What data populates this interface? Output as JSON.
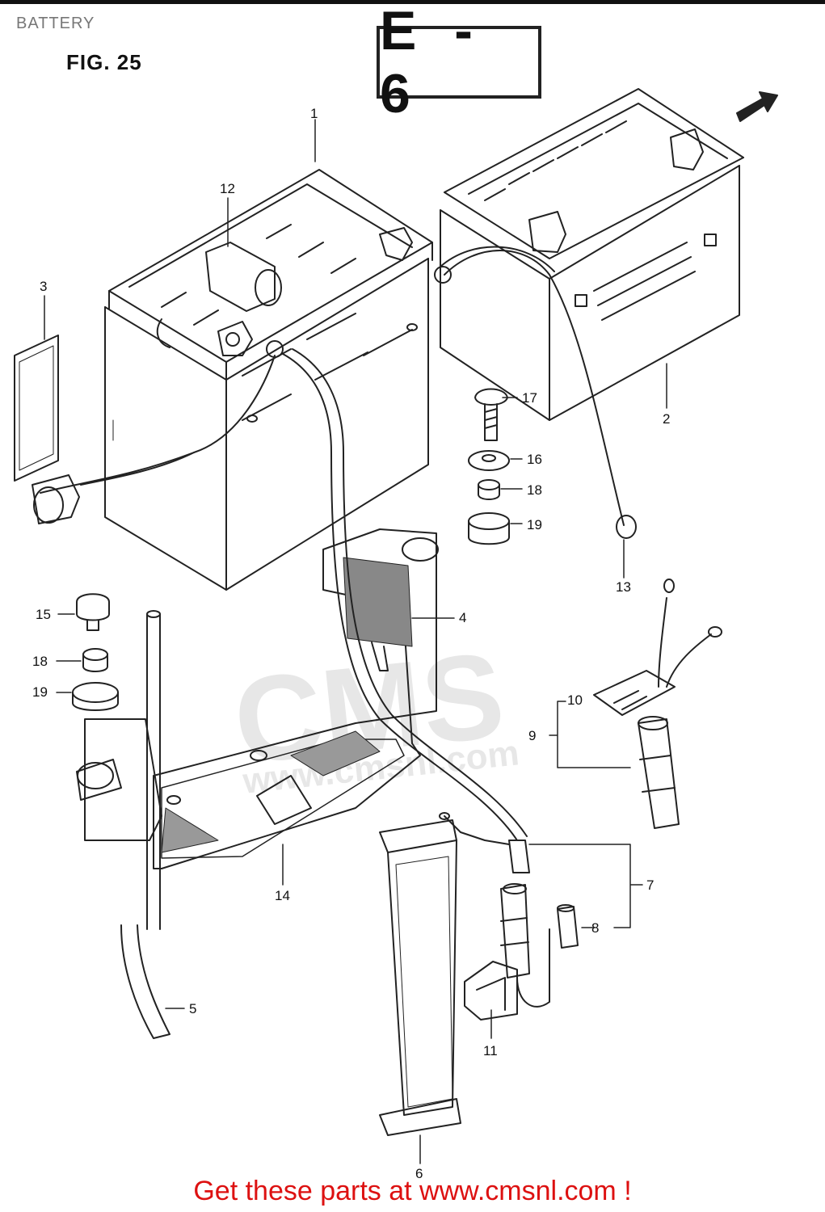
{
  "header": {
    "section_title": "BATTERY",
    "figure_label": "FIG. 25",
    "page_code": "E - 6"
  },
  "callouts": {
    "c1": "1",
    "c2": "2",
    "c3": "3",
    "c4": "4",
    "c5": "5",
    "c6": "6",
    "c7": "7",
    "c8": "8",
    "c9": "9",
    "c10": "10",
    "c11": "11",
    "c12": "12",
    "c13": "13",
    "c14": "14",
    "c15": "15",
    "c16": "16",
    "c17": "17",
    "c18a": "18",
    "c18b": "18",
    "c19a": "19",
    "c19b": "19"
  },
  "watermark": {
    "brand": "CMS",
    "url": "www.cmsnl.com"
  },
  "footer": {
    "link_text": "Get these parts at www.cmsnl.com !"
  }
}
